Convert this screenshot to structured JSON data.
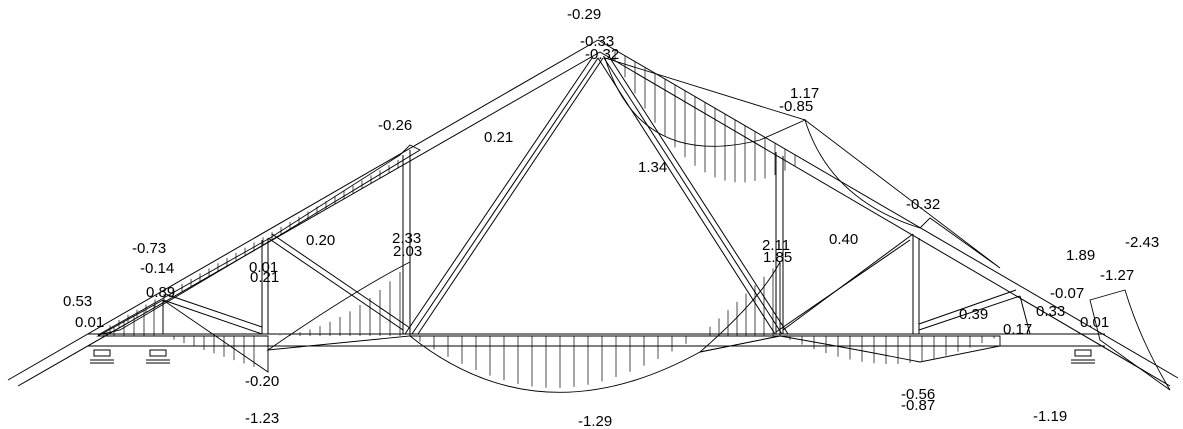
{
  "diagram": {
    "labels": [
      "-0.29",
      "-0.33",
      "-0.32",
      "0.21",
      "-0.26",
      "1.34",
      "1.17",
      "-0.85",
      "-0.32",
      "0.20",
      "2.03",
      "0.40",
      "1.85",
      "-0.73",
      "-0.14",
      "0.01",
      "0.89",
      "0.53",
      "0.01",
      "-0.20",
      "-1.23",
      "-1.29",
      "-0.56",
      "-0.87",
      "-1.19",
      "0.39",
      "0.17",
      "0.33",
      "0.01",
      "-0.07",
      "1.89",
      "-2.43",
      "-1.27",
      "2.33",
      "2.11",
      "0.21"
    ]
  }
}
